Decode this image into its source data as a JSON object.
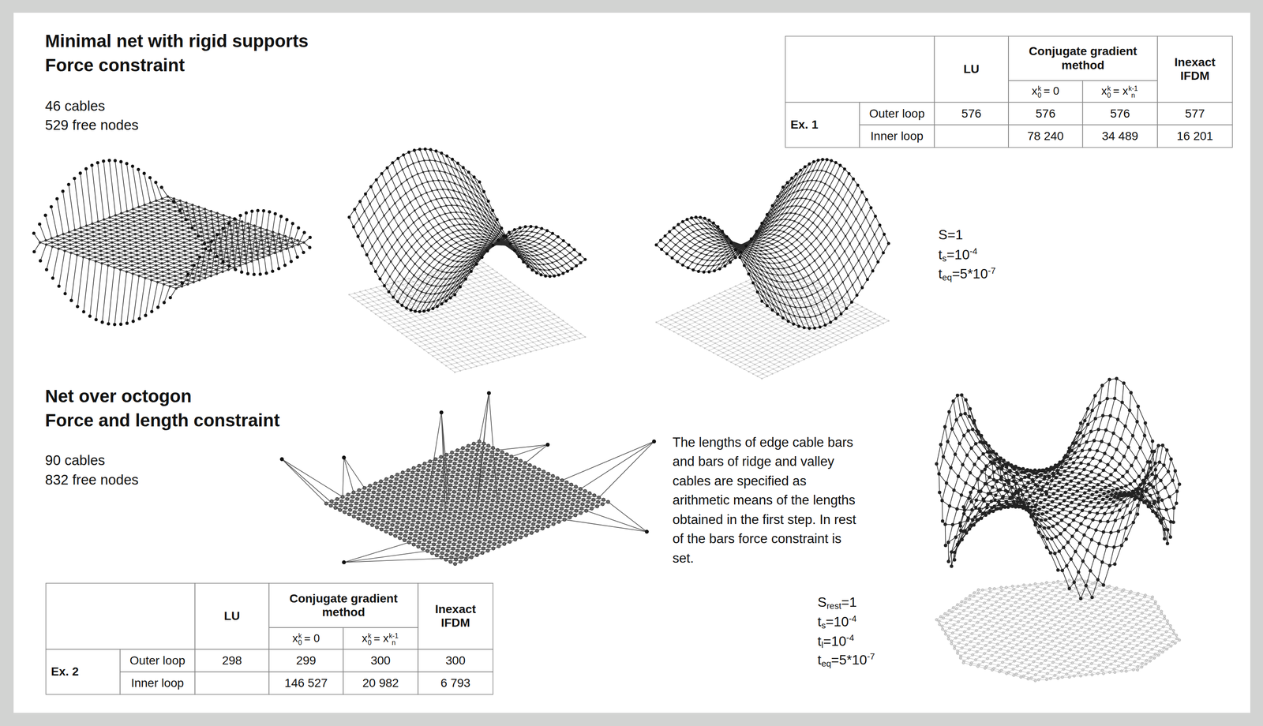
{
  "diagram": {
    "labels": [
      "Minimal net with rigid supports",
      "Force constraint",
      "46 cables",
      "529 free nodes",
      "LU",
      "Conjugate gradient method",
      "x",
      "0",
      "k",
      "= 0",
      "x",
      "0",
      "k",
      "= x",
      "n",
      "k-1",
      "Inexact IFDM",
      "Ex. 1",
      "Outer loop",
      "576",
      "576",
      "576",
      "577",
      "Inner loop",
      "78 240",
      "34 489",
      "16 201",
      "S=1",
      "t",
      "s",
      "=10",
      "-4",
      "t",
      "eq",
      "=5*10",
      "-7",
      "Net over octogon",
      "Force and length constraint",
      "90 cables",
      "832 free nodes",
      "The lengths of edge cable bars and bars of ridge and valley cables are specified as arithmetic means of the lengths obtained in the first step. In rest of the bars force constraint is set.",
      "S",
      "rest",
      "=1",
      "t",
      "s",
      "=10",
      "-4",
      "t",
      "l",
      "=10",
      "-4",
      "t",
      "eq",
      "=5*10",
      "-7",
      "LU",
      "Conjugate gradient method",
      "x",
      "0",
      "k",
      "= 0",
      "x",
      "0",
      "k",
      "= x",
      "n",
      "k-1",
      "Inexact IFDM",
      "Ex. 2",
      "Outer loop",
      "298",
      "299",
      "300",
      "300",
      "Inner loop",
      "146 527",
      "20 982",
      "6 793"
    ]
  }
}
